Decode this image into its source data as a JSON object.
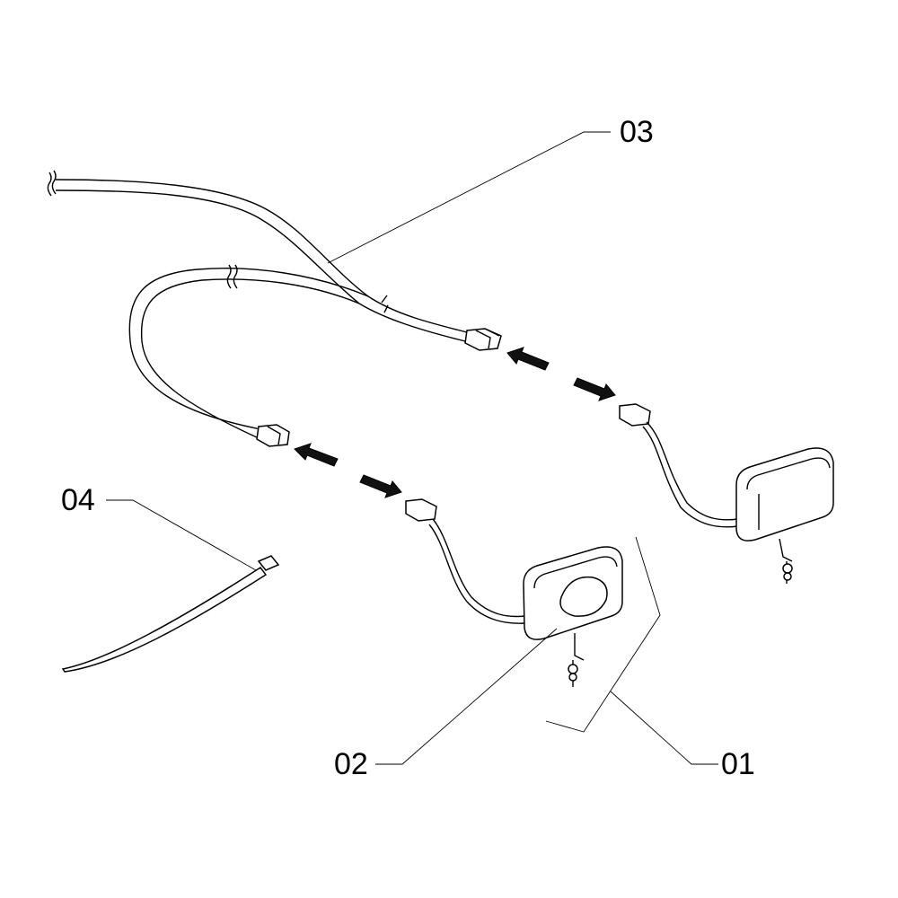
{
  "diagram": {
    "callouts": [
      {
        "id": "03",
        "part": "wiring-harness"
      },
      {
        "id": "04",
        "part": "cable-tie"
      },
      {
        "id": "02",
        "part": "bulb"
      },
      {
        "id": "01",
        "part": "lamp-assembly"
      }
    ]
  }
}
